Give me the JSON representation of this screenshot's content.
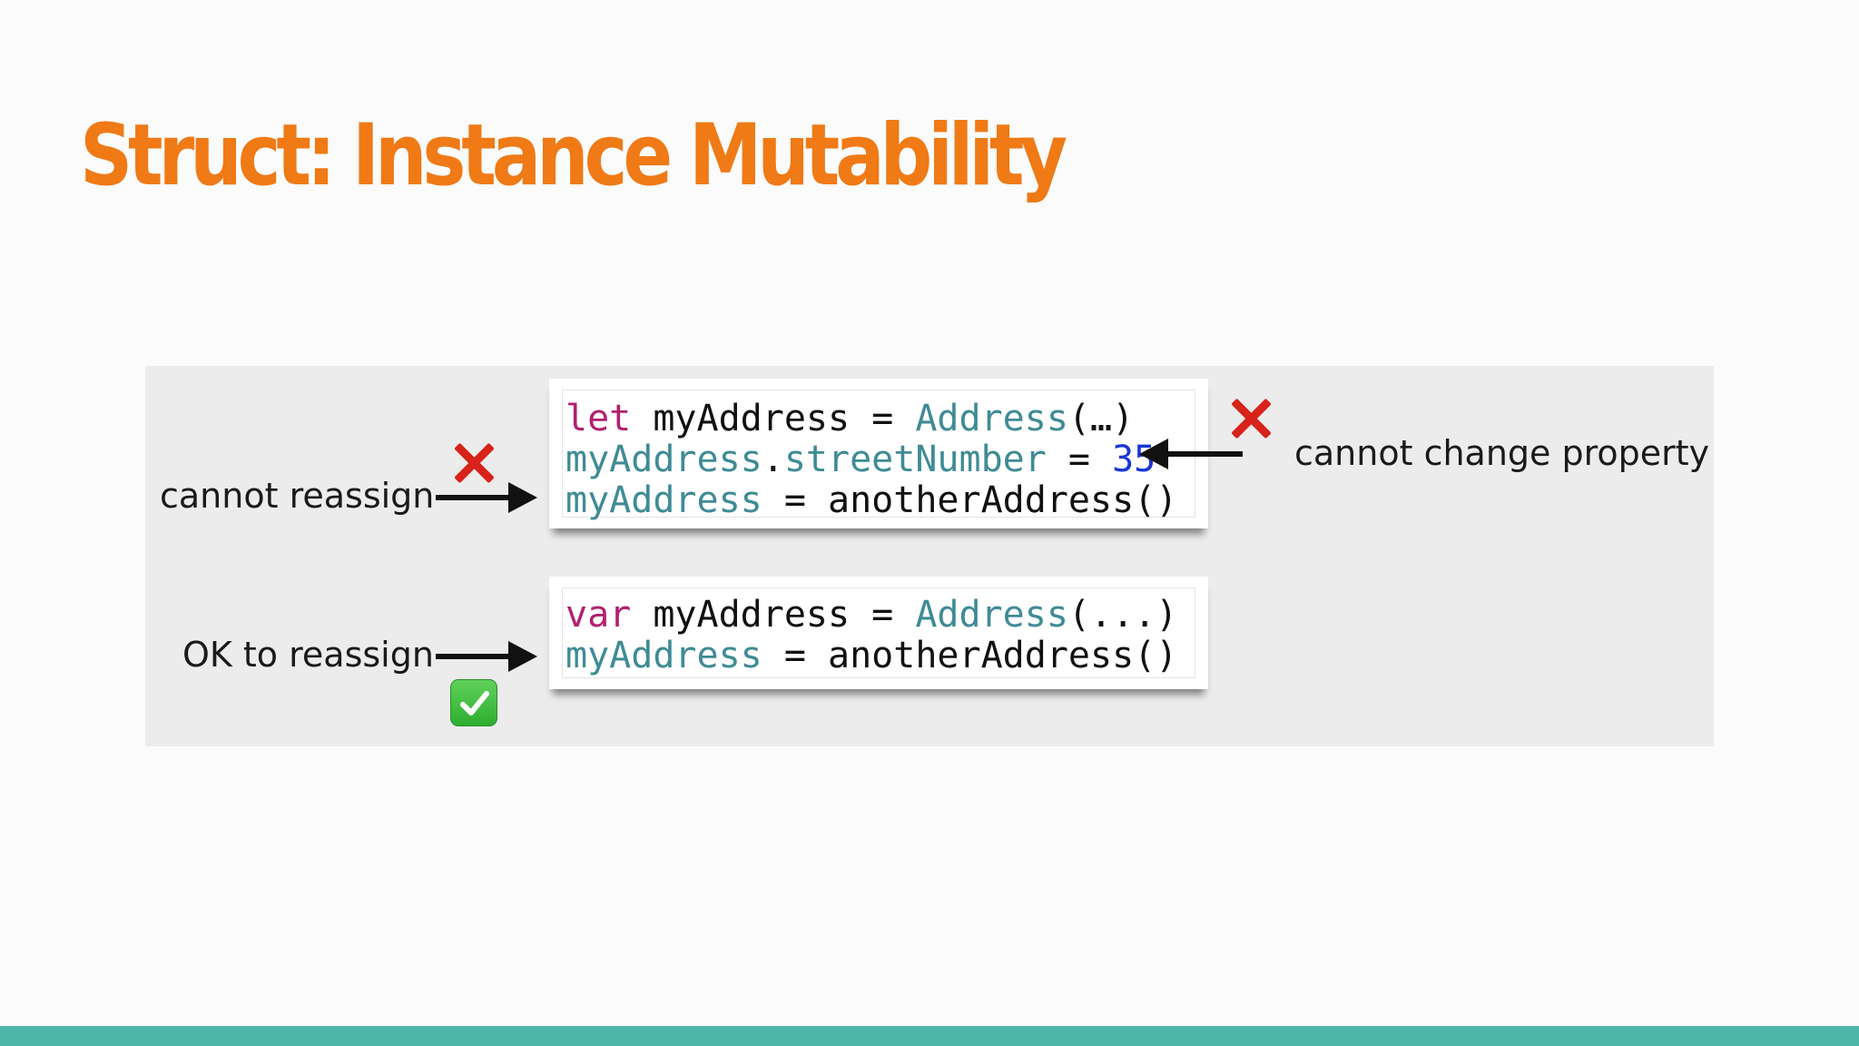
{
  "slide": {
    "title": "Struct: Instance Mutability"
  },
  "figure": {
    "let_block": {
      "line1": {
        "kw": "let",
        "plain1": " myAddress = ",
        "type": "Address",
        "plain2": "(…)"
      },
      "line2": {
        "ident": "myAddress",
        "dot": ".",
        "prop": "streetNumber",
        "plain": " = ",
        "num": "35"
      },
      "line3": {
        "ident": "myAddress",
        "plain": " = anotherAddress()"
      }
    },
    "var_block": {
      "line1": {
        "kw": "var",
        "plain1": " myAddress = ",
        "type": "Address",
        "plain2": "(...)"
      },
      "line2": {
        "ident": "myAddress",
        "plain": " = anotherAddress()"
      }
    },
    "labels": {
      "cannot_reassign": "cannot reassign",
      "cannot_change_property": "cannot change property",
      "ok_to_reassign": "OK to reassign"
    },
    "icons": {
      "error_mark": "cross-mark-icon",
      "ok_mark": "check-mark-icon"
    }
  },
  "colors": {
    "title": "#ef7a16",
    "keyword": "#b0206e",
    "type": "#3f8b95",
    "number": "#1736d6",
    "error": "#d8231a",
    "ok": "#2fae30",
    "bottom_bar": "#4db6a9"
  }
}
